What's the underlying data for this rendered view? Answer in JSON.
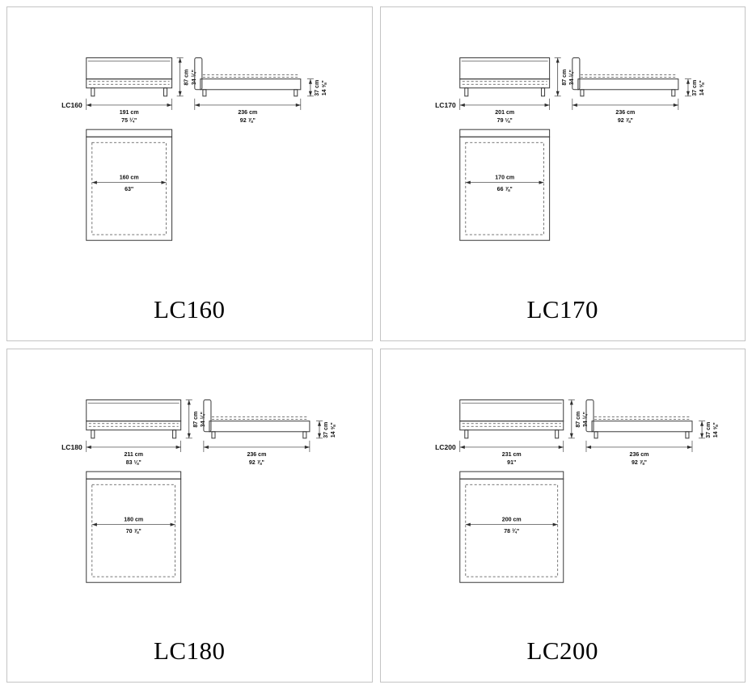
{
  "page": {
    "line_color": "#3a3a3a",
    "border_color": "#c4c4c4",
    "background": "#ffffff"
  },
  "panels": [
    {
      "model_label": "LC160",
      "title": "LC160",
      "front_width": {
        "cm": "191 cm",
        "in": "75 ¼\""
      },
      "side_length": {
        "cm": "236 cm",
        "in": "92 ⅞\""
      },
      "overall_height": {
        "cm": "87 cm",
        "in": "34 ¼\""
      },
      "foot_height": {
        "cm": "37 cm",
        "in": "14 ⅝\""
      },
      "mattress_width": {
        "cm": "160 cm",
        "in": "63\""
      }
    },
    {
      "model_label": "LC170",
      "title": "LC170",
      "front_width": {
        "cm": "201 cm",
        "in": "79 ⅛\""
      },
      "side_length": {
        "cm": "236 cm",
        "in": "92 ⅞\""
      },
      "overall_height": {
        "cm": "87 cm",
        "in": "34 ¼\""
      },
      "foot_height": {
        "cm": "37 cm",
        "in": "14 ⅝\""
      },
      "mattress_width": {
        "cm": "170 cm",
        "in": "66 ⅞\""
      }
    },
    {
      "model_label": "LC180",
      "title": "LC180",
      "front_width": {
        "cm": "211 cm",
        "in": "83 ⅛\""
      },
      "side_length": {
        "cm": "236 cm",
        "in": "92 ⅞\""
      },
      "overall_height": {
        "cm": "87 cm",
        "in": "34 ¼\""
      },
      "foot_height": {
        "cm": "37 cm",
        "in": "14 ⅝\""
      },
      "mattress_width": {
        "cm": "180 cm",
        "in": "70 ⅞\""
      }
    },
    {
      "model_label": "LC200",
      "title": "LC200",
      "front_width": {
        "cm": "231 cm",
        "in": "91\""
      },
      "side_length": {
        "cm": "236 cm",
        "in": "92 ⅞\""
      },
      "overall_height": {
        "cm": "87 cm",
        "in": "34 ¼\""
      },
      "foot_height": {
        "cm": "37 cm",
        "in": "14 ⅝\""
      },
      "mattress_width": {
        "cm": "200 cm",
        "in": "78 ¾\""
      }
    }
  ]
}
